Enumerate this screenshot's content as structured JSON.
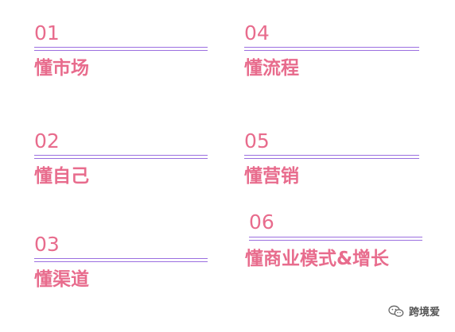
{
  "items": [
    {
      "num": "01",
      "title": "懂市场"
    },
    {
      "num": "02",
      "title": "懂自己"
    },
    {
      "num": "03",
      "title": "懂渠道"
    },
    {
      "num": "04",
      "title": "懂流程"
    },
    {
      "num": "05",
      "title": "懂营销"
    },
    {
      "num": "06",
      "title": "懂商业模式&增长"
    }
  ],
  "watermark": {
    "label": "跨境爱",
    "icon": "wechat-icon"
  },
  "colors": {
    "accent_text": "#e86c8d",
    "rule": "#9b6fe0"
  }
}
